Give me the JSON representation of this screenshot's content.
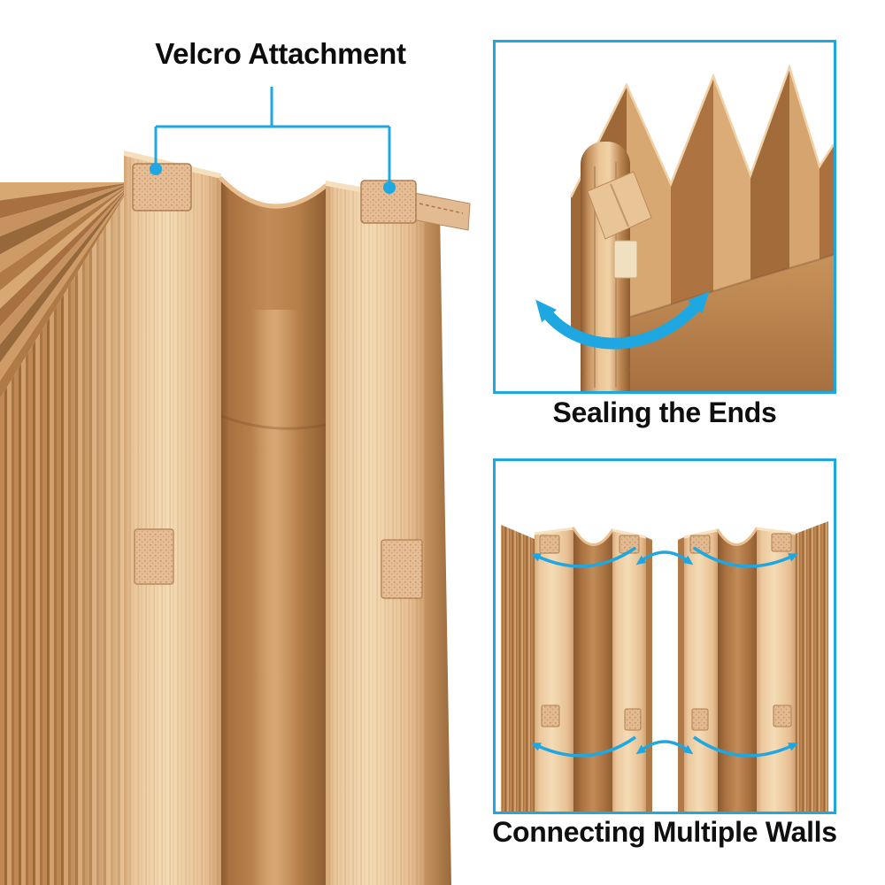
{
  "colors": {
    "accent": "#1EA7E1",
    "text": "#0F0F0F",
    "background": "#FFFFFF",
    "wood_light": "#F1D2AB",
    "wood_mid": "#E3BA8C",
    "kraft": "#BE8754",
    "kraft_dark": "#9A6738"
  },
  "main_figure": {
    "label": "Velcro Attachment"
  },
  "inset_panels": [
    {
      "caption": "Sealing the Ends"
    },
    {
      "caption": "Connecting Multiple Walls"
    }
  ],
  "icons": {
    "seal_arrow": "curved-double-arrow",
    "connect_arrows": "curved-arrow",
    "callout_markers": "dot"
  }
}
